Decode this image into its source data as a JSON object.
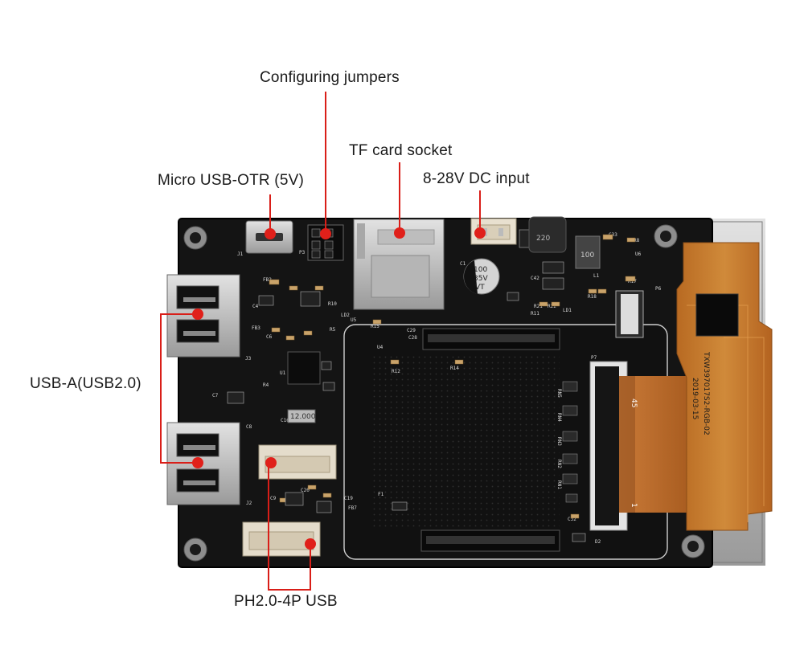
{
  "callouts": {
    "configuring_jumpers": "Configuring jumpers",
    "tf_card_socket": "TF card socket",
    "micro_usb_otg": "Micro USB-OTR (5V)",
    "dc_input": "8-28V DC input",
    "usb_a": "USB-A(USB2.0)",
    "ph_usb": "PH2.0-4P USB"
  },
  "board_markings": {
    "inductor": "220",
    "inductor2": "100",
    "capacitor": [
      "100",
      "35V",
      "VT"
    ],
    "ribbon_number": "45",
    "ribbon_end": "1",
    "fpc_text": [
      "TXW397017S2-RGB-02",
      "2019-03-15"
    ]
  },
  "colors": {
    "pcb": "#151515",
    "annotation_line": "#d91e18",
    "annotation_dot": "#e0201a",
    "flex_cable": "#c8782a",
    "metal": "#c9c9c9"
  }
}
